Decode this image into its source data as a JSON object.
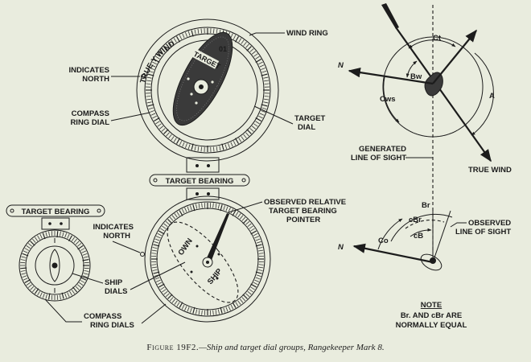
{
  "top_dial": {
    "ring_text": "TRUE Y WIND",
    "target_label": "TARGET",
    "scale_mark": "01",
    "wind_ring": "WIND RING",
    "indicates_north": [
      "INDICATES",
      "NORTH"
    ],
    "compass_ring_dial": [
      "COMPASS",
      "RING DIAL"
    ],
    "target_dial": [
      "TARGET",
      "DIAL"
    ],
    "target_bearing": "TARGET BEARING"
  },
  "bottom_dial": {
    "observed_pointer": [
      "OBSERVED RELATIVE",
      "TARGET BEARING",
      "POINTER"
    ],
    "indicates_north": [
      "INDICATES",
      "NORTH"
    ],
    "own_label": "OWN",
    "ship_label": "SHIP"
  },
  "small_dial": {
    "target_bearing": "TARGET BEARING",
    "ship_dials": [
      "SHIP",
      "DIALS"
    ],
    "compass_ring_dials": [
      "COMPASS",
      "RING DIALS"
    ]
  },
  "vector_top": {
    "ct": "Ct",
    "bw": "Bw",
    "cws": "Cws",
    "a": "A",
    "true_wind": "TRUE WIND",
    "generated_los": [
      "GENERATED",
      "LINE OF SIGHT"
    ],
    "north_symbol": "N"
  },
  "vector_bottom": {
    "br": "Br",
    "cbr": "cBr",
    "cb": "cB",
    "co": "Co",
    "observed_los": [
      "OBSERVED",
      "LINE OF SIGHT"
    ],
    "north_symbol": "N"
  },
  "note": {
    "title": "NOTE",
    "lines": [
      "Br. AND cBr ARE",
      "NORMALLY EQUAL"
    ]
  },
  "caption": {
    "figure": "Figure 19F2.",
    "text": "—Ship and target dial groups, Rangekeeper Mark 8."
  }
}
